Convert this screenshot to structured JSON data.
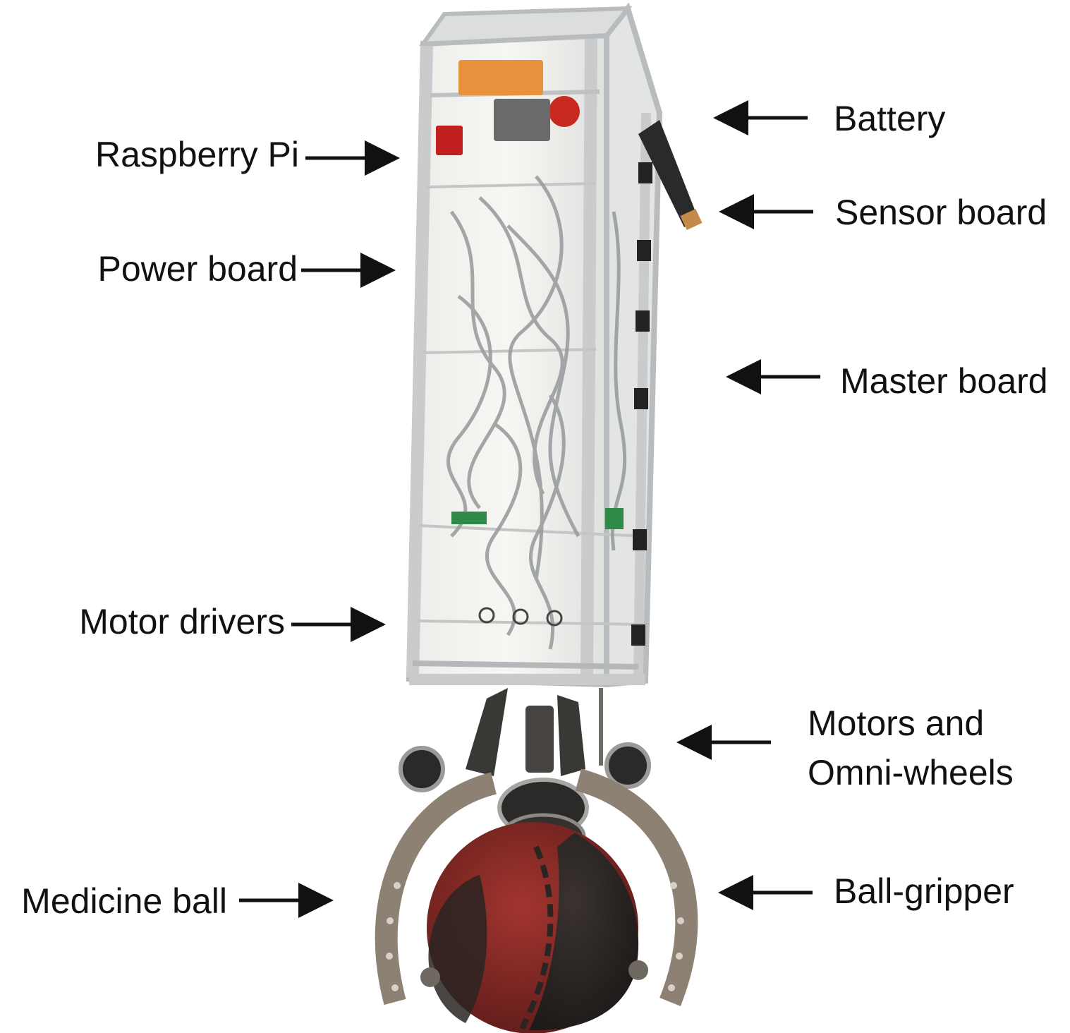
{
  "labels": {
    "raspberry_pi": "Raspberry Pi",
    "power_board": "Power board",
    "motor_drivers": "Motor drivers",
    "medicine_ball": "Medicine ball",
    "battery": "Battery",
    "sensor_board": "Sensor board",
    "master_board": "Master board",
    "motors_line1": "Motors and",
    "motors_line2": "Omni-wheels",
    "ball_gripper": "Ball-gripper"
  },
  "colors": {
    "text": "#111111",
    "arrow": "#111111",
    "frame": "#b9bcbf",
    "panel": "#e9ebea",
    "ball_red": "#8e2a26",
    "ball_black": "#2b2624",
    "metal": "#8d8173"
  }
}
